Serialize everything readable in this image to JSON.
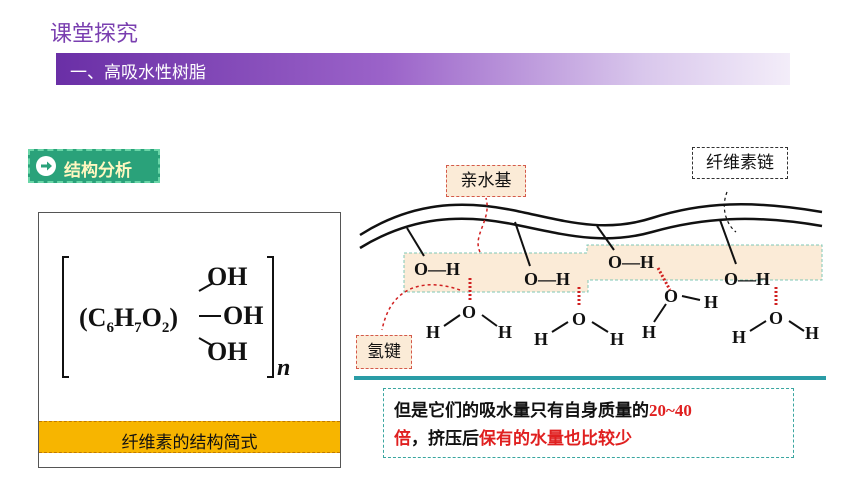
{
  "header": {
    "title": "课堂探究",
    "section": "一、高吸水性树脂"
  },
  "tag": {
    "label": "结构分析"
  },
  "formula": {
    "core": "(C6H7O2)",
    "groups": [
      "OH",
      "OH",
      "OH"
    ],
    "subscript_n": "n",
    "caption": "纤维素的结构简式"
  },
  "diagram": {
    "labels": {
      "hydrophilic": "亲水基",
      "chain": "纤维素链",
      "hbond": "氢键"
    },
    "hydroxyl_groups": [
      "O—H",
      "O—H",
      "O—H",
      "O—H"
    ],
    "water_atoms": {
      "o": "O",
      "h": "H"
    }
  },
  "note": {
    "part1": "但是它们的吸水量只有自身质量的",
    "range": "20~40",
    "part2": "倍，挤压后",
    "highlight": "保有的水量也比较少"
  },
  "colors": {
    "title": "#7a3fb0",
    "accent_red": "#e02020",
    "caption": "#f7b500",
    "tag": "#2aa27a"
  }
}
